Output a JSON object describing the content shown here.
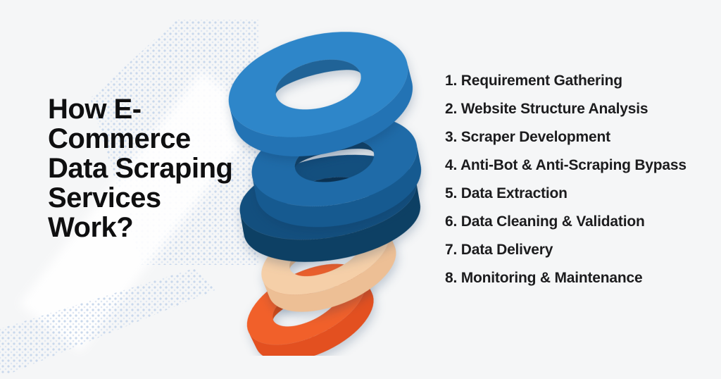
{
  "title": {
    "text": "How E-Commerce Data Scraping Services Work?",
    "lines": [
      "How E-",
      "Commerce",
      "Data Scraping",
      "Services",
      "Work?"
    ]
  },
  "steps": {
    "items": [
      "1. Requirement Gathering",
      "2. Website Structure Analysis",
      "3. Scraper Development",
      "4. Anti-Bot & Anti-Scraping Bypass",
      "5. Data Extraction",
      "6. Data Cleaning & Validation",
      "7. Data Delivery",
      "8. Monitoring & Maintenance"
    ]
  },
  "illustration": {
    "name": "falling-rings-stack",
    "rings": [
      {
        "name": "ring-orange-bottom",
        "top": "#F1602A",
        "side": "#E35020",
        "inner": "#CE4918"
      },
      {
        "name": "ring-beige",
        "top": "#F5CFA8",
        "side": "#EDBF95",
        "inner": "#D9AE85"
      },
      {
        "name": "ring-navy",
        "top": "#134F7E",
        "side": "#0D4064",
        "inner": "#0A3152"
      },
      {
        "name": "ring-medium-blue",
        "top": "#1F6BA8",
        "side": "#165A90",
        "inner": "#114167"
      },
      {
        "name": "ring-bright-blue-top",
        "top": "#2E86C9",
        "side": "#2373B4",
        "inner": "#206397"
      }
    ]
  },
  "palette": {
    "background": "#f5f6f7",
    "halftone_dot": "#c9d8ec",
    "swoosh": "#ffffff",
    "title_text": "#0f0f10",
    "list_text": "#1c1c1e"
  }
}
